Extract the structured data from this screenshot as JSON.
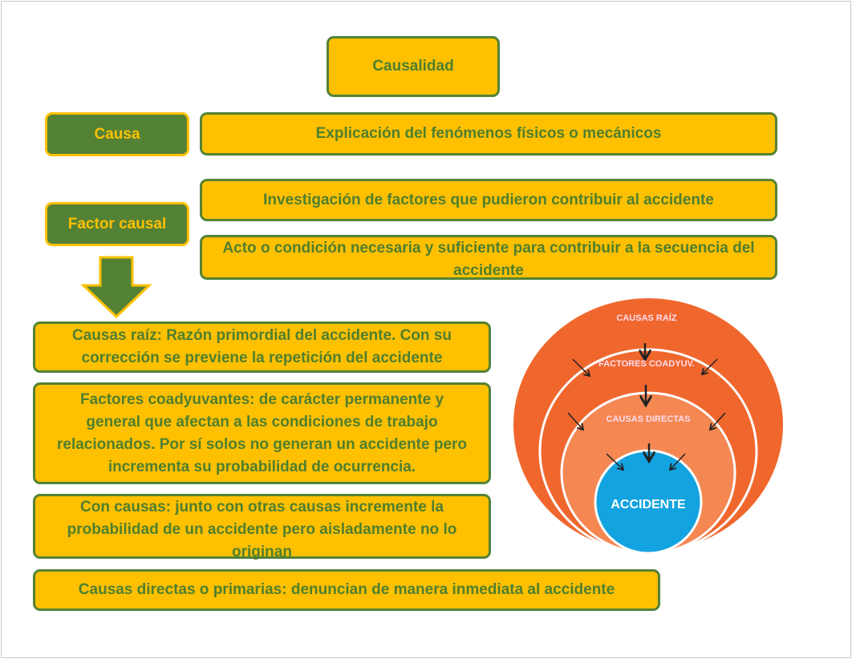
{
  "title": "Causalidad",
  "causa": {
    "label": "Causa",
    "description": "Explicación del fenómenos físicos o mecánicos"
  },
  "factor_causal": {
    "label": "Factor causal",
    "descriptions": [
      "Investigación de factores que pudieron contribuir al accidente",
      "Acto o condición necesaria y suficiente para contribuir a la secuencia del accidente"
    ]
  },
  "types": [
    "Causas raíz: Razón primordial del accidente. Con su corrección se previene la repetición del accidente",
    "Factores coadyuvantes: de carácter permanente y general que afectan a las condiciones de trabajo relacionados. Por sí solos no generan un accidente pero incrementa su probabilidad de ocurrencia.",
    "Con causas: junto con otras causas incremente la probabilidad de un accidente pero aisladamente no lo originan",
    "Causas directas o primarias: denuncian de manera inmediata al accidente"
  ],
  "circle_diagram": {
    "outer": "CAUSAS RAÍZ",
    "middle": "FACTORES COADYUV.",
    "inner": "CAUSAS DIRECTAS",
    "center": "ACCIDENTE"
  },
  "colors": {
    "yellow": "#ffc000",
    "green": "#548235",
    "orange": "#f0672e",
    "orange_light": "#f48752",
    "blue": "#13a3e0"
  }
}
